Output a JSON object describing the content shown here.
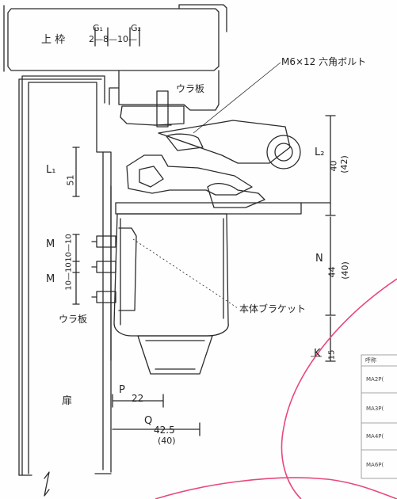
{
  "labels": {
    "frame": "上 枠",
    "g1": "G₁",
    "g2": "G₂",
    "g_values": "2—8—10—",
    "bolt": "M6×12 六角ボルト",
    "backing_top": "ウラ板",
    "l1": "L₁",
    "l1_value": "51",
    "l2": "L₂",
    "l2_value": "40",
    "l2_alt": "(42)",
    "m_top": "M",
    "m_top_value": "10—10",
    "m_bottom": "M",
    "m_bottom_value": "10—10",
    "backing_left": "ウラ板",
    "bracket": "本体ブラケット",
    "n": "N",
    "n_value": "44",
    "n_alt": "(40)",
    "k": "K",
    "k_value": "15",
    "door": "扉",
    "p": "P",
    "p_value": "22",
    "q": "Q",
    "q_value": "42.5",
    "q_alt": "(40)"
  },
  "table": {
    "header": "呼称",
    "rows": [
      "MA2P(",
      "MA3P(",
      "MA4P(",
      "MA6P("
    ]
  },
  "colors": {
    "line": "#2b2b2b",
    "accent_curve": "#e8487a",
    "background": "#fefefe"
  }
}
